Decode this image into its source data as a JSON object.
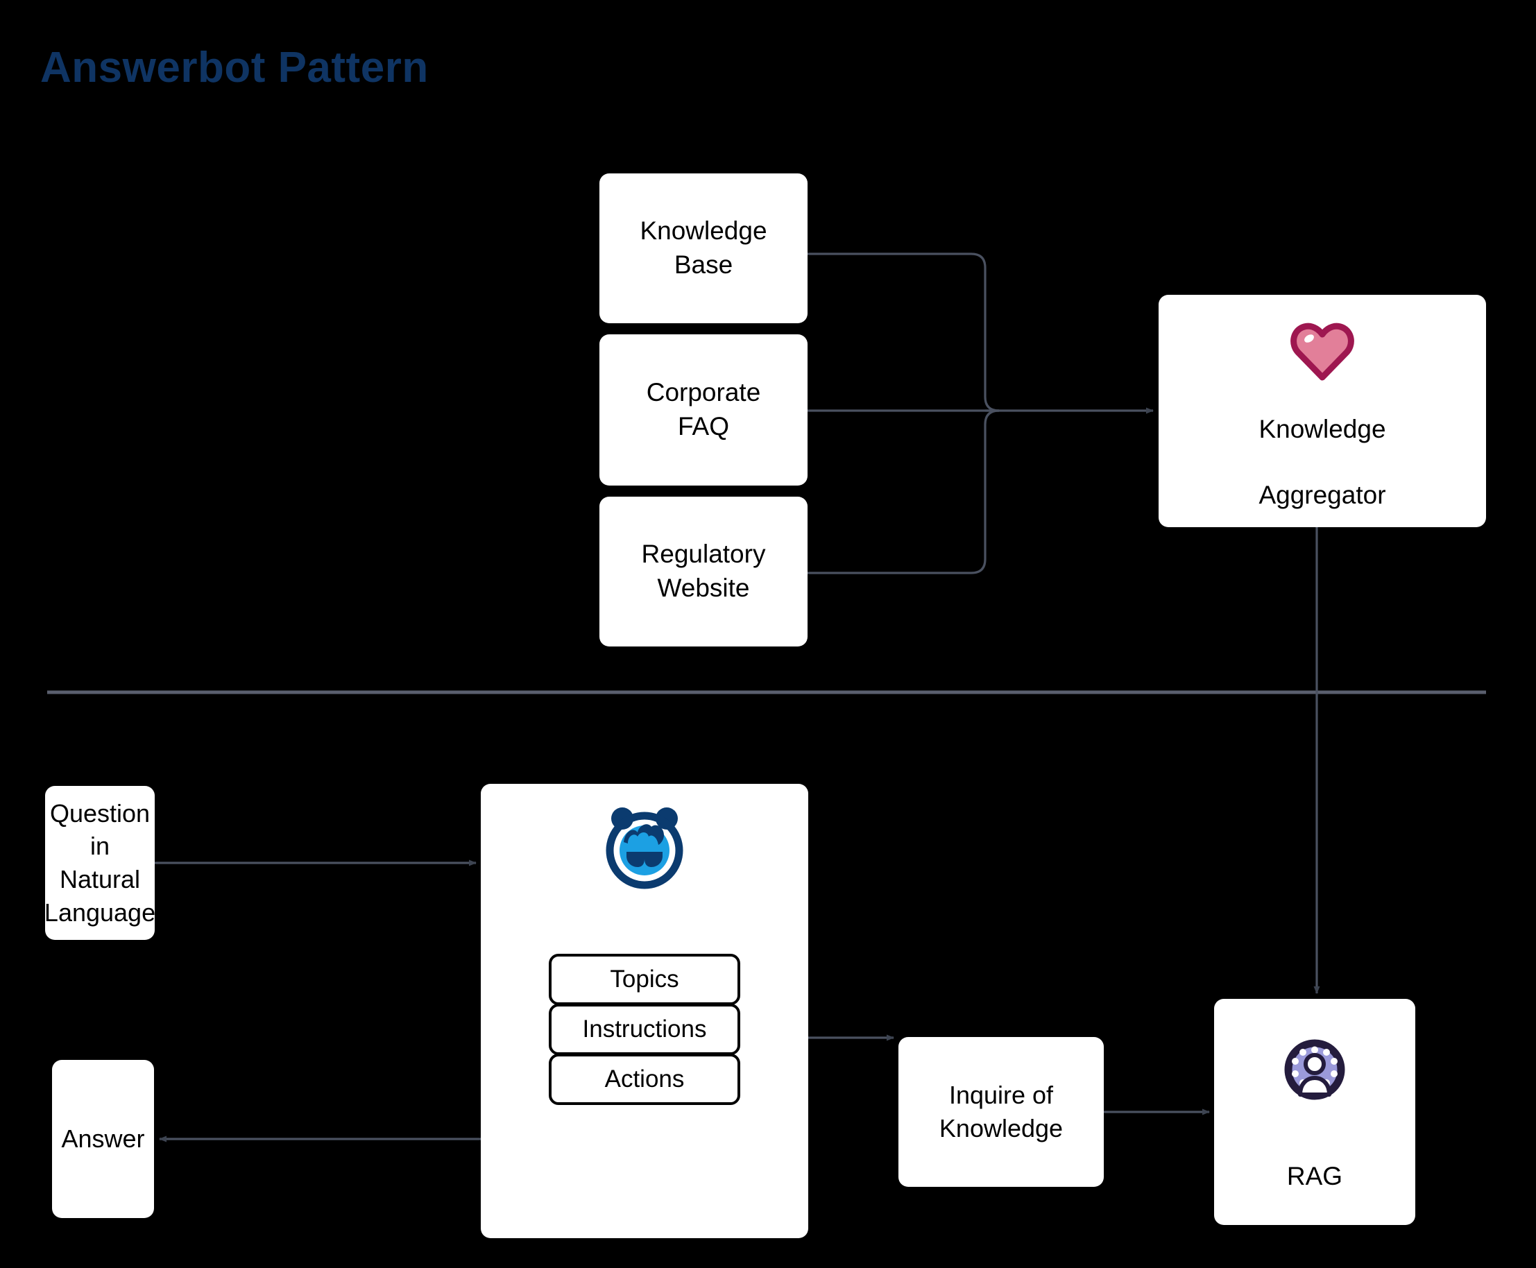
{
  "page": {
    "title": "Answerbot Pattern",
    "background_color": "#000000",
    "title_color": "#0f3463",
    "node_fill": "#ffffff",
    "node_text_color": "#000000",
    "wire_color": "#4a5160",
    "divider_color": "#5a5f6e"
  },
  "sources": {
    "knowledge_base": {
      "line1": "Knowledge",
      "line2": "Base"
    },
    "corporate_faq": {
      "line1": "Corporate",
      "line2": "FAQ"
    },
    "regulatory_website": {
      "line1": "Regulatory",
      "line2": "Website"
    }
  },
  "aggregator": {
    "line1": "Knowledge",
    "line2": "Aggregator",
    "icon": "heart-icon",
    "icon_outline_color": "#9e1750",
    "icon_fill_color": "#e27f99"
  },
  "flow": {
    "question": {
      "line1": "Question in",
      "line2": "Natural",
      "line3": "Language"
    },
    "answer": {
      "label": "Answer"
    },
    "inquire": {
      "line1": "Inquire of",
      "line2": "Knowledge"
    },
    "rag": {
      "label": "RAG",
      "icon": "rag-user-circle-icon",
      "icon_outline_color": "#241c3d",
      "icon_fill_color": "#9b9ada"
    }
  },
  "agent": {
    "icon": "answerbot-face-icon",
    "icon_outline_color": "#0b3b6f",
    "icon_accent_color": "#1ca0e3",
    "stack": [
      {
        "label": "Topics"
      },
      {
        "label": "Instructions"
      },
      {
        "label": "Actions"
      }
    ]
  }
}
